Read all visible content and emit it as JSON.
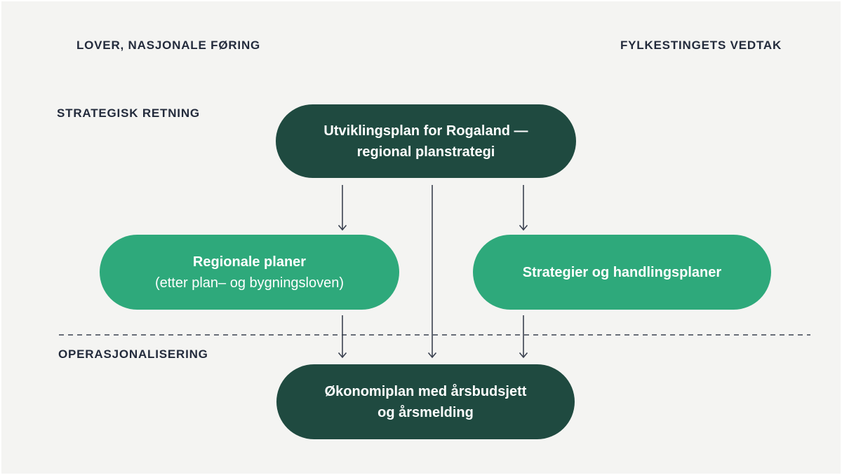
{
  "colors": {
    "background": "#f4f4f2",
    "dark_green": "#1f4a40",
    "light_green": "#2ea97b",
    "node_text": "#ffffff",
    "text_dark": "#232b3c",
    "line": "#3a4150"
  },
  "header": {
    "top_left_label": "LOVER, NASJONALE FØRING",
    "top_right_label": "FYLKESTINGETS VEDTAK"
  },
  "sections": {
    "strategic_label": "STRATEGISK RETNING",
    "operational_label": "OPERASJONALISERING"
  },
  "nodes": {
    "utviklingsplan": {
      "line1": "Utviklingsplan for Rogaland —",
      "line2": "regional planstrategi"
    },
    "regionale_planer": {
      "line1": "Regionale planer",
      "line2": "(etter plan– og bygningsloven)"
    },
    "strategier": {
      "line1": "Strategier og handlingsplaner"
    },
    "okonomiplan": {
      "line1": "Økonomiplan med årsbudsjett",
      "line2": "og årsmelding"
    }
  }
}
